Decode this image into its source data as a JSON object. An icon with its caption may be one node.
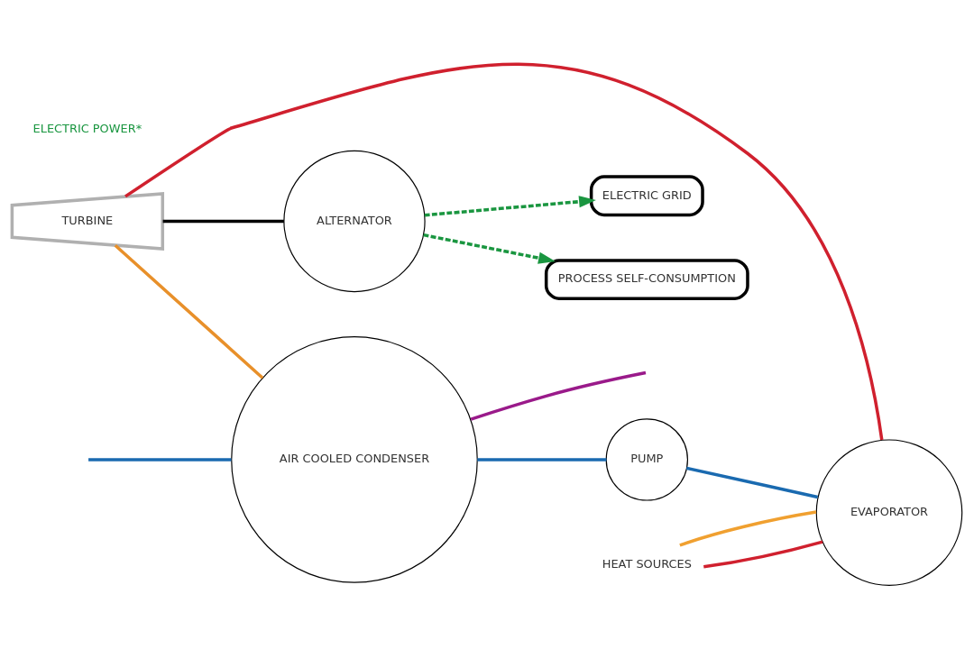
{
  "diagram": {
    "nodes": [
      {
        "text": [
          "TURBINE"
        ]
      },
      {
        "text": [
          "ALTERNATOR"
        ]
      },
      {
        "text": [
          "PROCESS SELF-CONSUMPTION"
        ]
      },
      {
        "text": [
          "ELECTRIC GRID"
        ]
      },
      {
        "text": [
          "EVAPORATOR"
        ]
      },
      {
        "text": [
          "HEAT SOURCES"
        ]
      },
      {
        "text": [
          "AIR COOLED CONDENSER"
        ]
      },
      {
        "text": [
          "PUMP"
        ]
      }
    ],
    "edges": [
      {
        "from": 4,
        "to": 0,
        "arrow": "none",
        "color": "#d0202e"
      },
      {
        "from": 0,
        "to": 1,
        "arrow": "none",
        "color": "#000000"
      },
      {
        "from": 1,
        "to": 2,
        "arrow": "to",
        "style": "dashed",
        "color": "#1a9640"
      },
      {
        "from": 1,
        "to": 3,
        "arrow": "to",
        "style": "dashed",
        "color": "#1a9640"
      },
      {
        "from": 5,
        "to": 4,
        "arrow": "none",
        "color": "#d0202e"
      },
      {
        "from": 5,
        "to": 4,
        "arrow": "none",
        "color": "#f0a030"
      },
      {
        "from": 0,
        "to": 6,
        "arrow": "none",
        "color": "#e8902a"
      },
      {
        "from": 6,
        "to": 7,
        "arrow": "none",
        "color": "#1a6ab0"
      },
      {
        "from": 7,
        "to": 4,
        "arrow": "none",
        "color": "#1a6ab0"
      },
      {
        "from": 6,
        "to": null,
        "arrow": "none",
        "color": "#9a1a8a"
      },
      {
        "from": null,
        "to": 6,
        "arrow": "none",
        "color": "#1a6ab0"
      }
    ],
    "labels": [
      "ELECTRIC POWER*"
    ]
  }
}
